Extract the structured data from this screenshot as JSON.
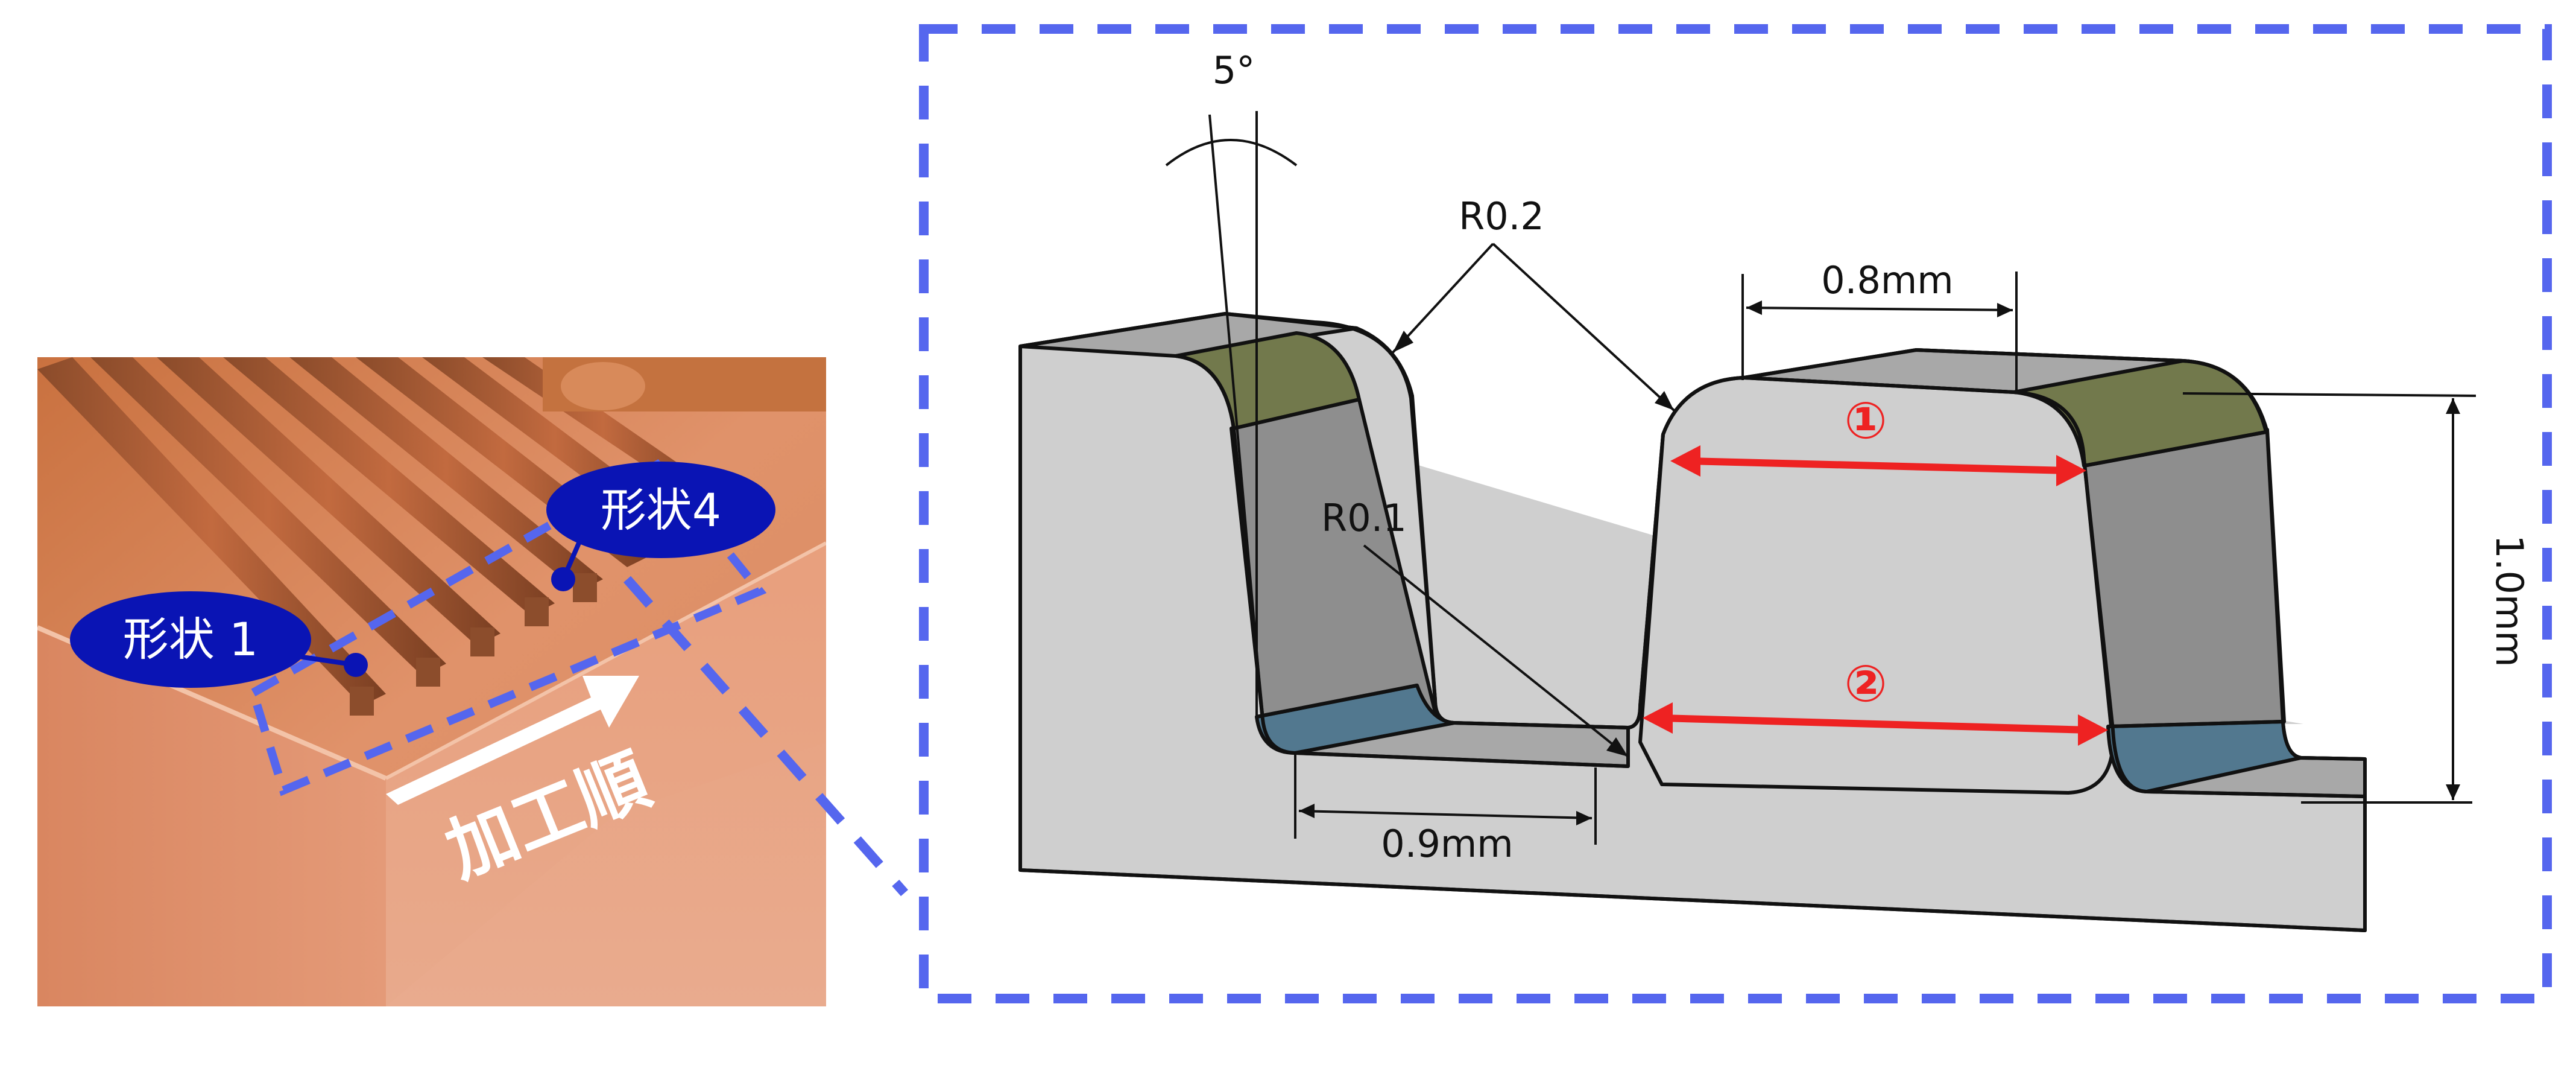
{
  "photo": {
    "label_shape1": "形状 1",
    "label_shape4": "形状4",
    "direction_label": "加工順"
  },
  "drawing": {
    "angle_label": "5°",
    "radius_top_label": "R0.2",
    "radius_bottom_label": "R0.1",
    "rib_width_label": "0.8mm",
    "groove_width_label": "0.9mm",
    "height_label": "1.0mm",
    "marker_1": "①",
    "marker_2": "②"
  },
  "colors": {
    "frame_blue": "#5566ee",
    "bubble_blue": "#0a14b4",
    "measure_red": "#ee2222",
    "face_light": "#cfcfcf",
    "face_mid": "#8e8e8e",
    "fillet_green": "#72794c",
    "fillet_blue": "#52788f",
    "copper": "#d9906a"
  }
}
